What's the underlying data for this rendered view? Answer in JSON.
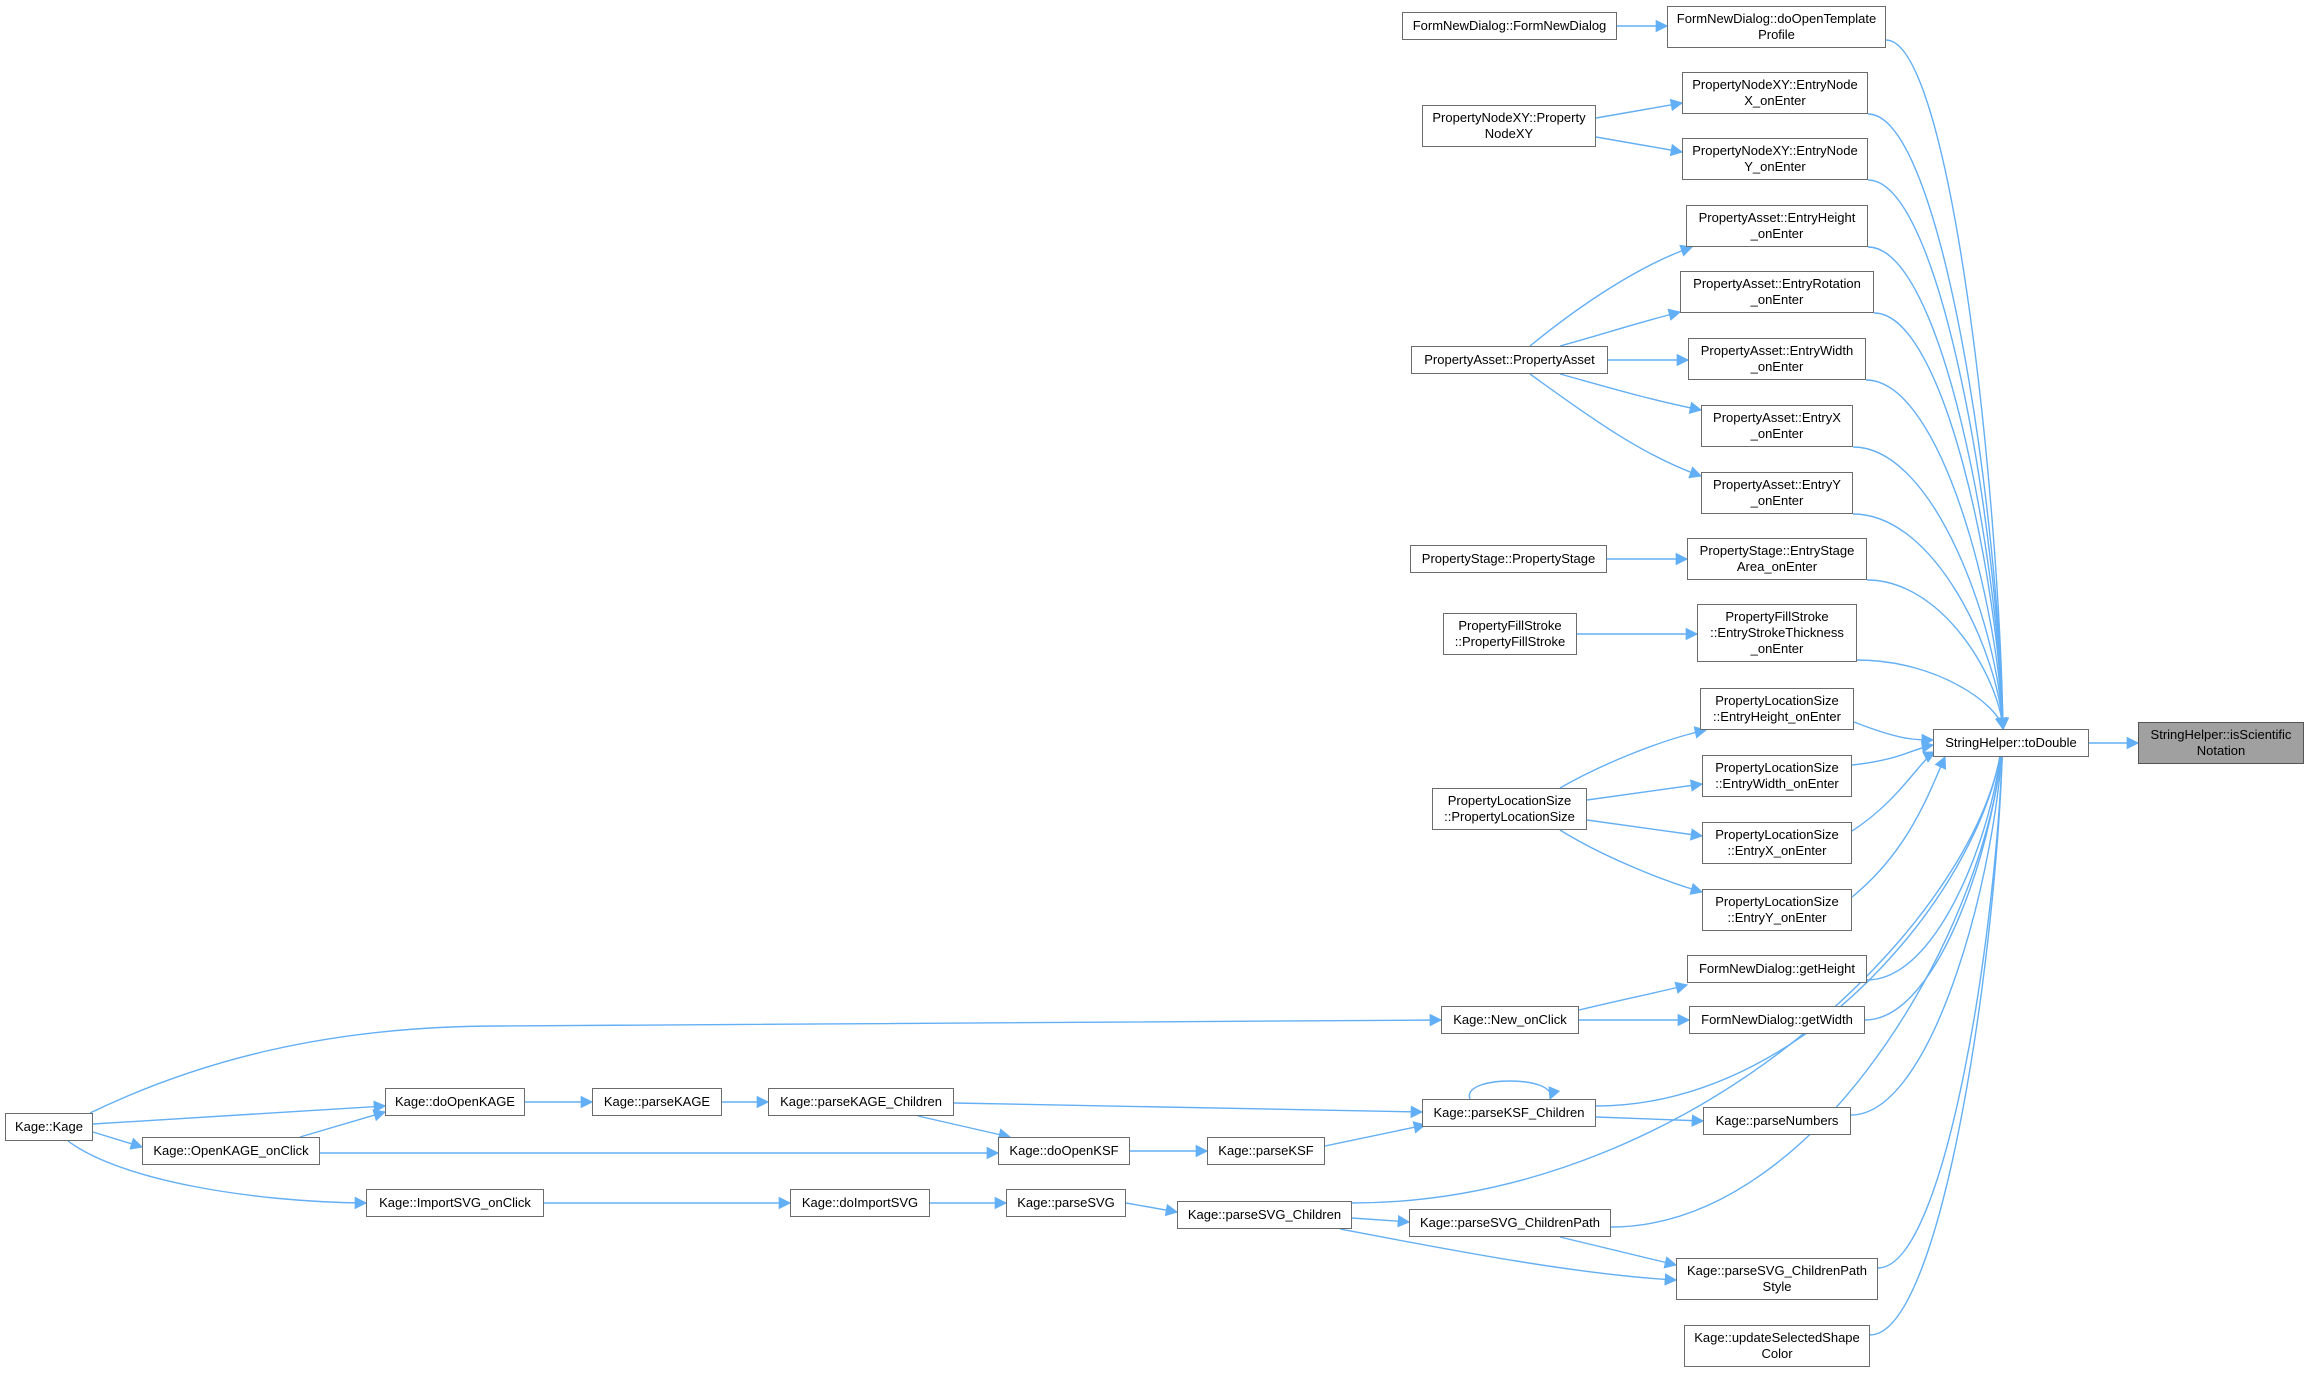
{
  "colors": {
    "edge": "#63aff5",
    "node_border": "#6b6b6b",
    "root_fill": "#a0a0a0"
  },
  "nodes": {
    "root": "StringHelper::isScientific\nNotation",
    "toDouble": "StringHelper::toDouble",
    "fndOpenTpl": "FormNewDialog::doOpenTemplate\nProfile",
    "fndCtor": "FormNewDialog::FormNewDialog",
    "pnxyX": "PropertyNodeXY::EntryNode\nX_onEnter",
    "pnxyY": "PropertyNodeXY::EntryNode\nY_onEnter",
    "pnxyCtor": "PropertyNodeXY::Property\nNodeXY",
    "paH": "PropertyAsset::EntryHeight\n_onEnter",
    "paR": "PropertyAsset::EntryRotation\n_onEnter",
    "paW": "PropertyAsset::EntryWidth\n_onEnter",
    "paX": "PropertyAsset::EntryX\n_onEnter",
    "paY": "PropertyAsset::EntryY\n_onEnter",
    "paCtor": "PropertyAsset::PropertyAsset",
    "psArea": "PropertyStage::EntryStage\nArea_onEnter",
    "psCtor": "PropertyStage::PropertyStage",
    "pfsThk": "PropertyFillStroke\n::EntryStrokeThickness\n_onEnter",
    "pfsCtor": "PropertyFillStroke\n::PropertyFillStroke",
    "plsH": "PropertyLocationSize\n::EntryHeight_onEnter",
    "plsW": "PropertyLocationSize\n::EntryWidth_onEnter",
    "plsX": "PropertyLocationSize\n::EntryX_onEnter",
    "plsY": "PropertyLocationSize\n::EntryY_onEnter",
    "plsCtor": "PropertyLocationSize\n::PropertyLocationSize",
    "fndH": "FormNewDialog::getHeight",
    "fndW": "FormNewDialog::getWidth",
    "newClick": "Kage::New_onClick",
    "kage": "Kage::Kage",
    "doOpenKAGE": "Kage::doOpenKAGE",
    "parseKAGE": "Kage::parseKAGE",
    "parseKAGEc": "Kage::parseKAGE_Children",
    "parseKSFc": "Kage::parseKSF_Children",
    "parseNums": "Kage::parseNumbers",
    "openClick": "Kage::OpenKAGE_onClick",
    "doOpenKSF": "Kage::doOpenKSF",
    "parseKSF": "Kage::parseKSF",
    "importClick": "Kage::ImportSVG_onClick",
    "doImport": "Kage::doImportSVG",
    "parseSVG": "Kage::parseSVG",
    "svgChildren": "Kage::parseSVG_Children",
    "svgPath": "Kage::parseSVG_ChildrenPath",
    "svgStyle": "Kage::parseSVG_ChildrenPath\nStyle",
    "updColor": "Kage::updateSelectedShape\nColor"
  }
}
